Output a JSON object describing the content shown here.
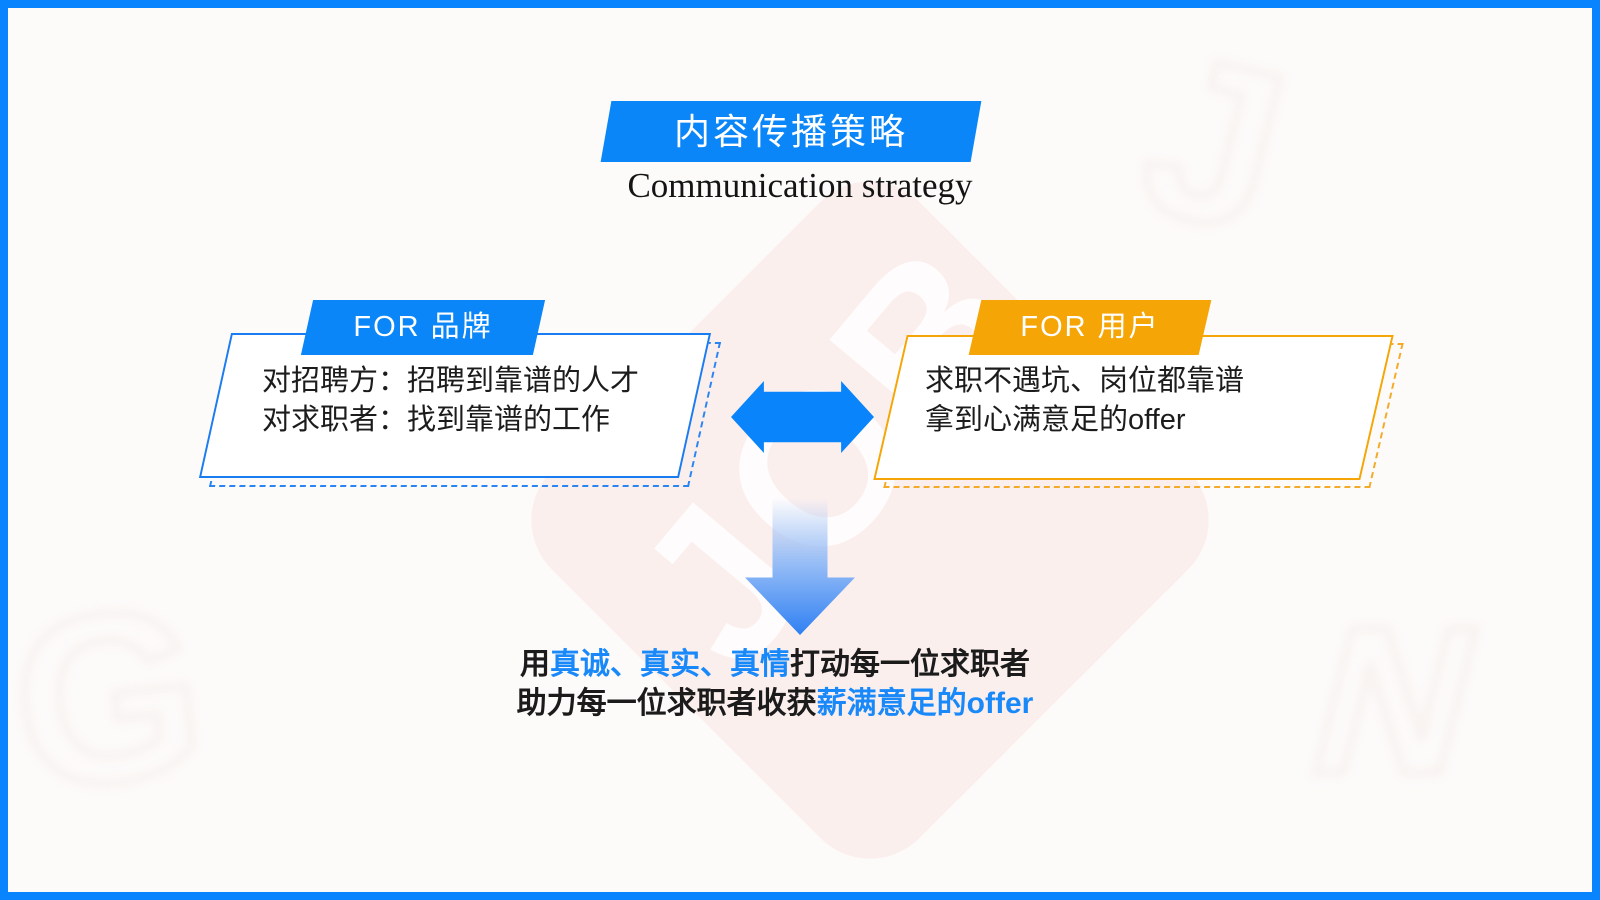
{
  "title": {
    "banner_label": "内容传播策略",
    "subtitle": "Communication strategy"
  },
  "cards": {
    "brand": {
      "tab_label": "FOR 品牌",
      "line1": "对招聘方：招聘到靠谱的人才",
      "line2": "对求职者：找到靠谱的工作",
      "accent_color": "#1a7cf0"
    },
    "user": {
      "tab_label": "FOR 用户",
      "line1": "求职不遇坑、岗位都靠谱",
      "line2": "拿到心满意足的offer",
      "accent_color": "#f5a505"
    }
  },
  "conclusion": {
    "line1_segments": [
      {
        "text": "用",
        "color": "#1b1b1b"
      },
      {
        "text": "真诚、真实、真情",
        "color": "#1989fa"
      },
      {
        "text": "打动每一位求职者",
        "color": "#1b1b1b"
      }
    ],
    "line2_segments": [
      {
        "text": "助力每一位求职者收获",
        "color": "#1b1b1b"
      },
      {
        "text": "薪满意足的offer",
        "color": "#1989fa"
      }
    ]
  },
  "colors": {
    "frame_border": "#0884ff",
    "banner_bg": "#0a86f8",
    "arrow_blue": "#0a84fa",
    "down_arrow_gradient_end": "#2f80f3",
    "highlight_blue": "#1989fa"
  },
  "watermark": {
    "logo_text": "JOB",
    "letters": [
      "J",
      "G",
      "N"
    ]
  }
}
